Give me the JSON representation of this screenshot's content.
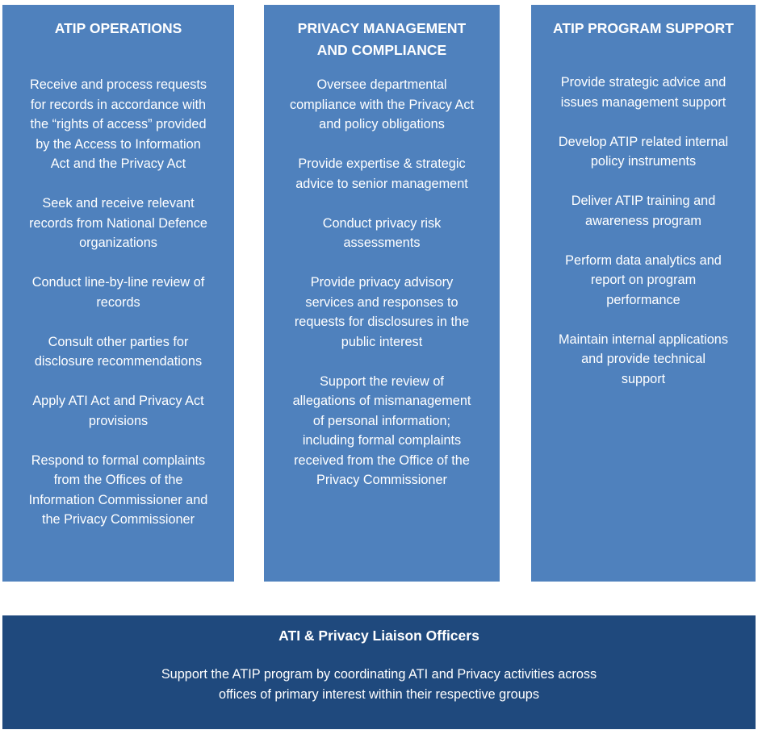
{
  "colors": {
    "column_bg": "#4f81bd",
    "liaison_bg": "#1f497d",
    "text": "#ffffff"
  },
  "columns": [
    {
      "title": "ATIP OPERATIONS",
      "items": [
        "Receive and process requests\nfor records in accordance with\nthe “rights of access” provided\nby the Access to Information\nAct and the Privacy Act",
        "Seek and receive relevant\nrecords from National Defence\norganizations",
        "Conduct line-by-line review of\nrecords",
        "Consult other parties for\ndisclosure recommendations",
        "Apply ATI Act and Privacy Act\nprovisions",
        "Respond to formal complaints\nfrom the Offices of the\nInformation Commissioner and\nthe Privacy Commissioner"
      ]
    },
    {
      "title": "PRIVACY MANAGEMENT\nAND COMPLIANCE",
      "items": [
        "Oversee departmental\ncompliance with the Privacy Act\nand policy obligations",
        "Provide expertise & strategic\nadvice to senior management",
        "Conduct privacy risk\nassessments",
        "Provide privacy advisory\nservices and responses to\nrequests for disclosures in the\npublic interest",
        "Support the review of\nallegations of mismanagement\nof personal information;\nincluding formal complaints\nreceived from the Office of the\nPrivacy Commissioner"
      ]
    },
    {
      "title": "ATIP PROGRAM SUPPORT",
      "items": [
        "Provide strategic advice and\nissues management support",
        "Develop ATIP related internal\npolicy instruments",
        "Deliver ATIP training and\nawareness program",
        "Perform data analytics and\nreport on program\nperformance",
        "Maintain internal applications\nand provide technical\nsupport"
      ]
    }
  ],
  "liaison": {
    "title": "ATI & Privacy Liaison Officers",
    "text": "Support the ATIP program by coordinating ATI and Privacy activities across\noffices of primary interest within their respective groups"
  }
}
